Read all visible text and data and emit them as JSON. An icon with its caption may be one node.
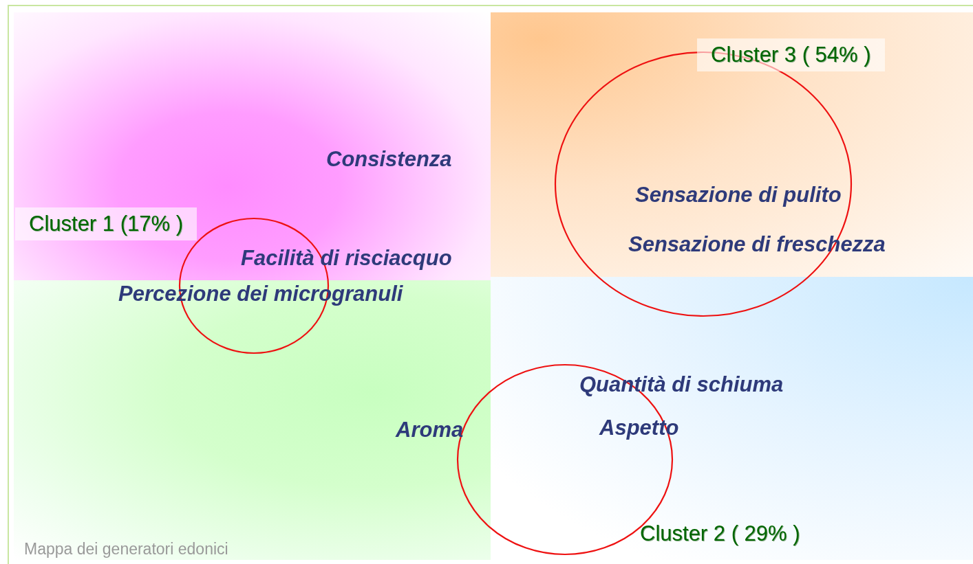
{
  "diagram": {
    "caption": "Mappa dei generatori edonici",
    "nodes": [
      {
        "text": [],
        "shape": "circle"
      },
      {
        "text": [],
        "shape": "circle"
      },
      {
        "text": [],
        "shape": "circle"
      }
    ],
    "labels": [
      "Cluster 3 ( 54% )",
      "Consistenza",
      "Sensazione di pulito",
      "Cluster 1 (17% )",
      "Sensazione di freschezza",
      "Facilità di risciacquo",
      "Percezione dei microgranuli",
      "Quantità di schiuma",
      "Aroma",
      "Aspetto",
      "Cluster 2 ( 29% )"
    ]
  }
}
